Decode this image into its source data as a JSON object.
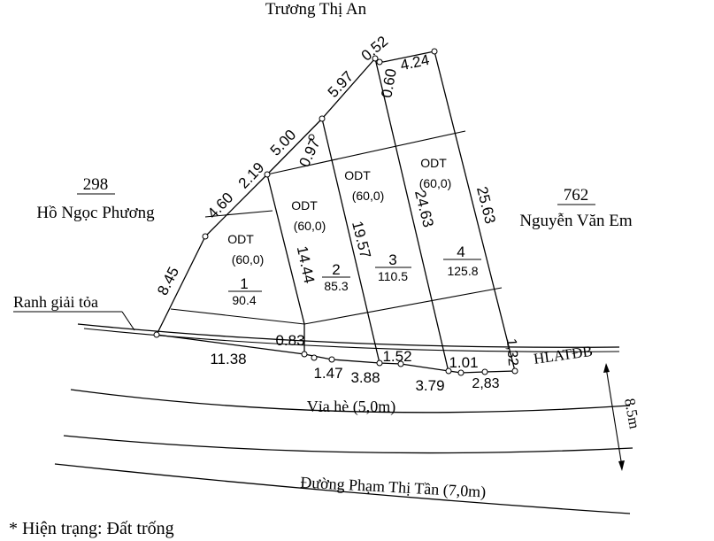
{
  "neighbors": {
    "north": "Trương Thị An",
    "west": {
      "parcel_no": "298",
      "owner": "Hồ Ngọc Phương"
    },
    "east": {
      "parcel_no": "762",
      "owner": "Nguyễn Văn Em"
    }
  },
  "lots": [
    {
      "no": "1",
      "land_use": "ODT",
      "area_note": "(60,0)",
      "area": "90.4"
    },
    {
      "no": "2",
      "land_use": "ODT",
      "area_note": "(60,0)",
      "area": "85.3"
    },
    {
      "no": "3",
      "land_use": "ODT",
      "area_note": "(60,0)",
      "area": "110.5"
    },
    {
      "no": "4",
      "land_use": "ODT",
      "area_note": "(60,0)",
      "area": "125.8"
    }
  ],
  "dimensions": {
    "west_8_45": "8.45",
    "west_4_60": "4.60",
    "nw_2_19": "2.19",
    "nw_5_00": "5.00",
    "nw_5_97": "5.97",
    "top_0_52": "0.52",
    "top_4_24": "4.24",
    "inner_0_60": "0.60",
    "inner_0_97": "0.97",
    "div_14_44": "14.44",
    "div_19_57": "19.57",
    "div_24_63": "24.63",
    "east_25_63": "25.63",
    "front_11_38": "11.38",
    "front_0_83": "0.83",
    "front_1_47": "1.47",
    "front_3_88": "3.88",
    "front_1_52": "1.52",
    "front_3_79": "3.79",
    "front_1_01": "1.01",
    "front_2_83": "2,83",
    "front_1_32": "1,32"
  },
  "labels": {
    "clearance_boundary": "Ranh giải tỏa",
    "road_safety_line": "HLATĐB",
    "sidewalk": "Vỉa hè (5,0m)",
    "road": "Đường Phạm Thị Tần (7,0m)",
    "road_width": "8.5m",
    "status_note": "* Hiện trạng: Đất trống"
  }
}
